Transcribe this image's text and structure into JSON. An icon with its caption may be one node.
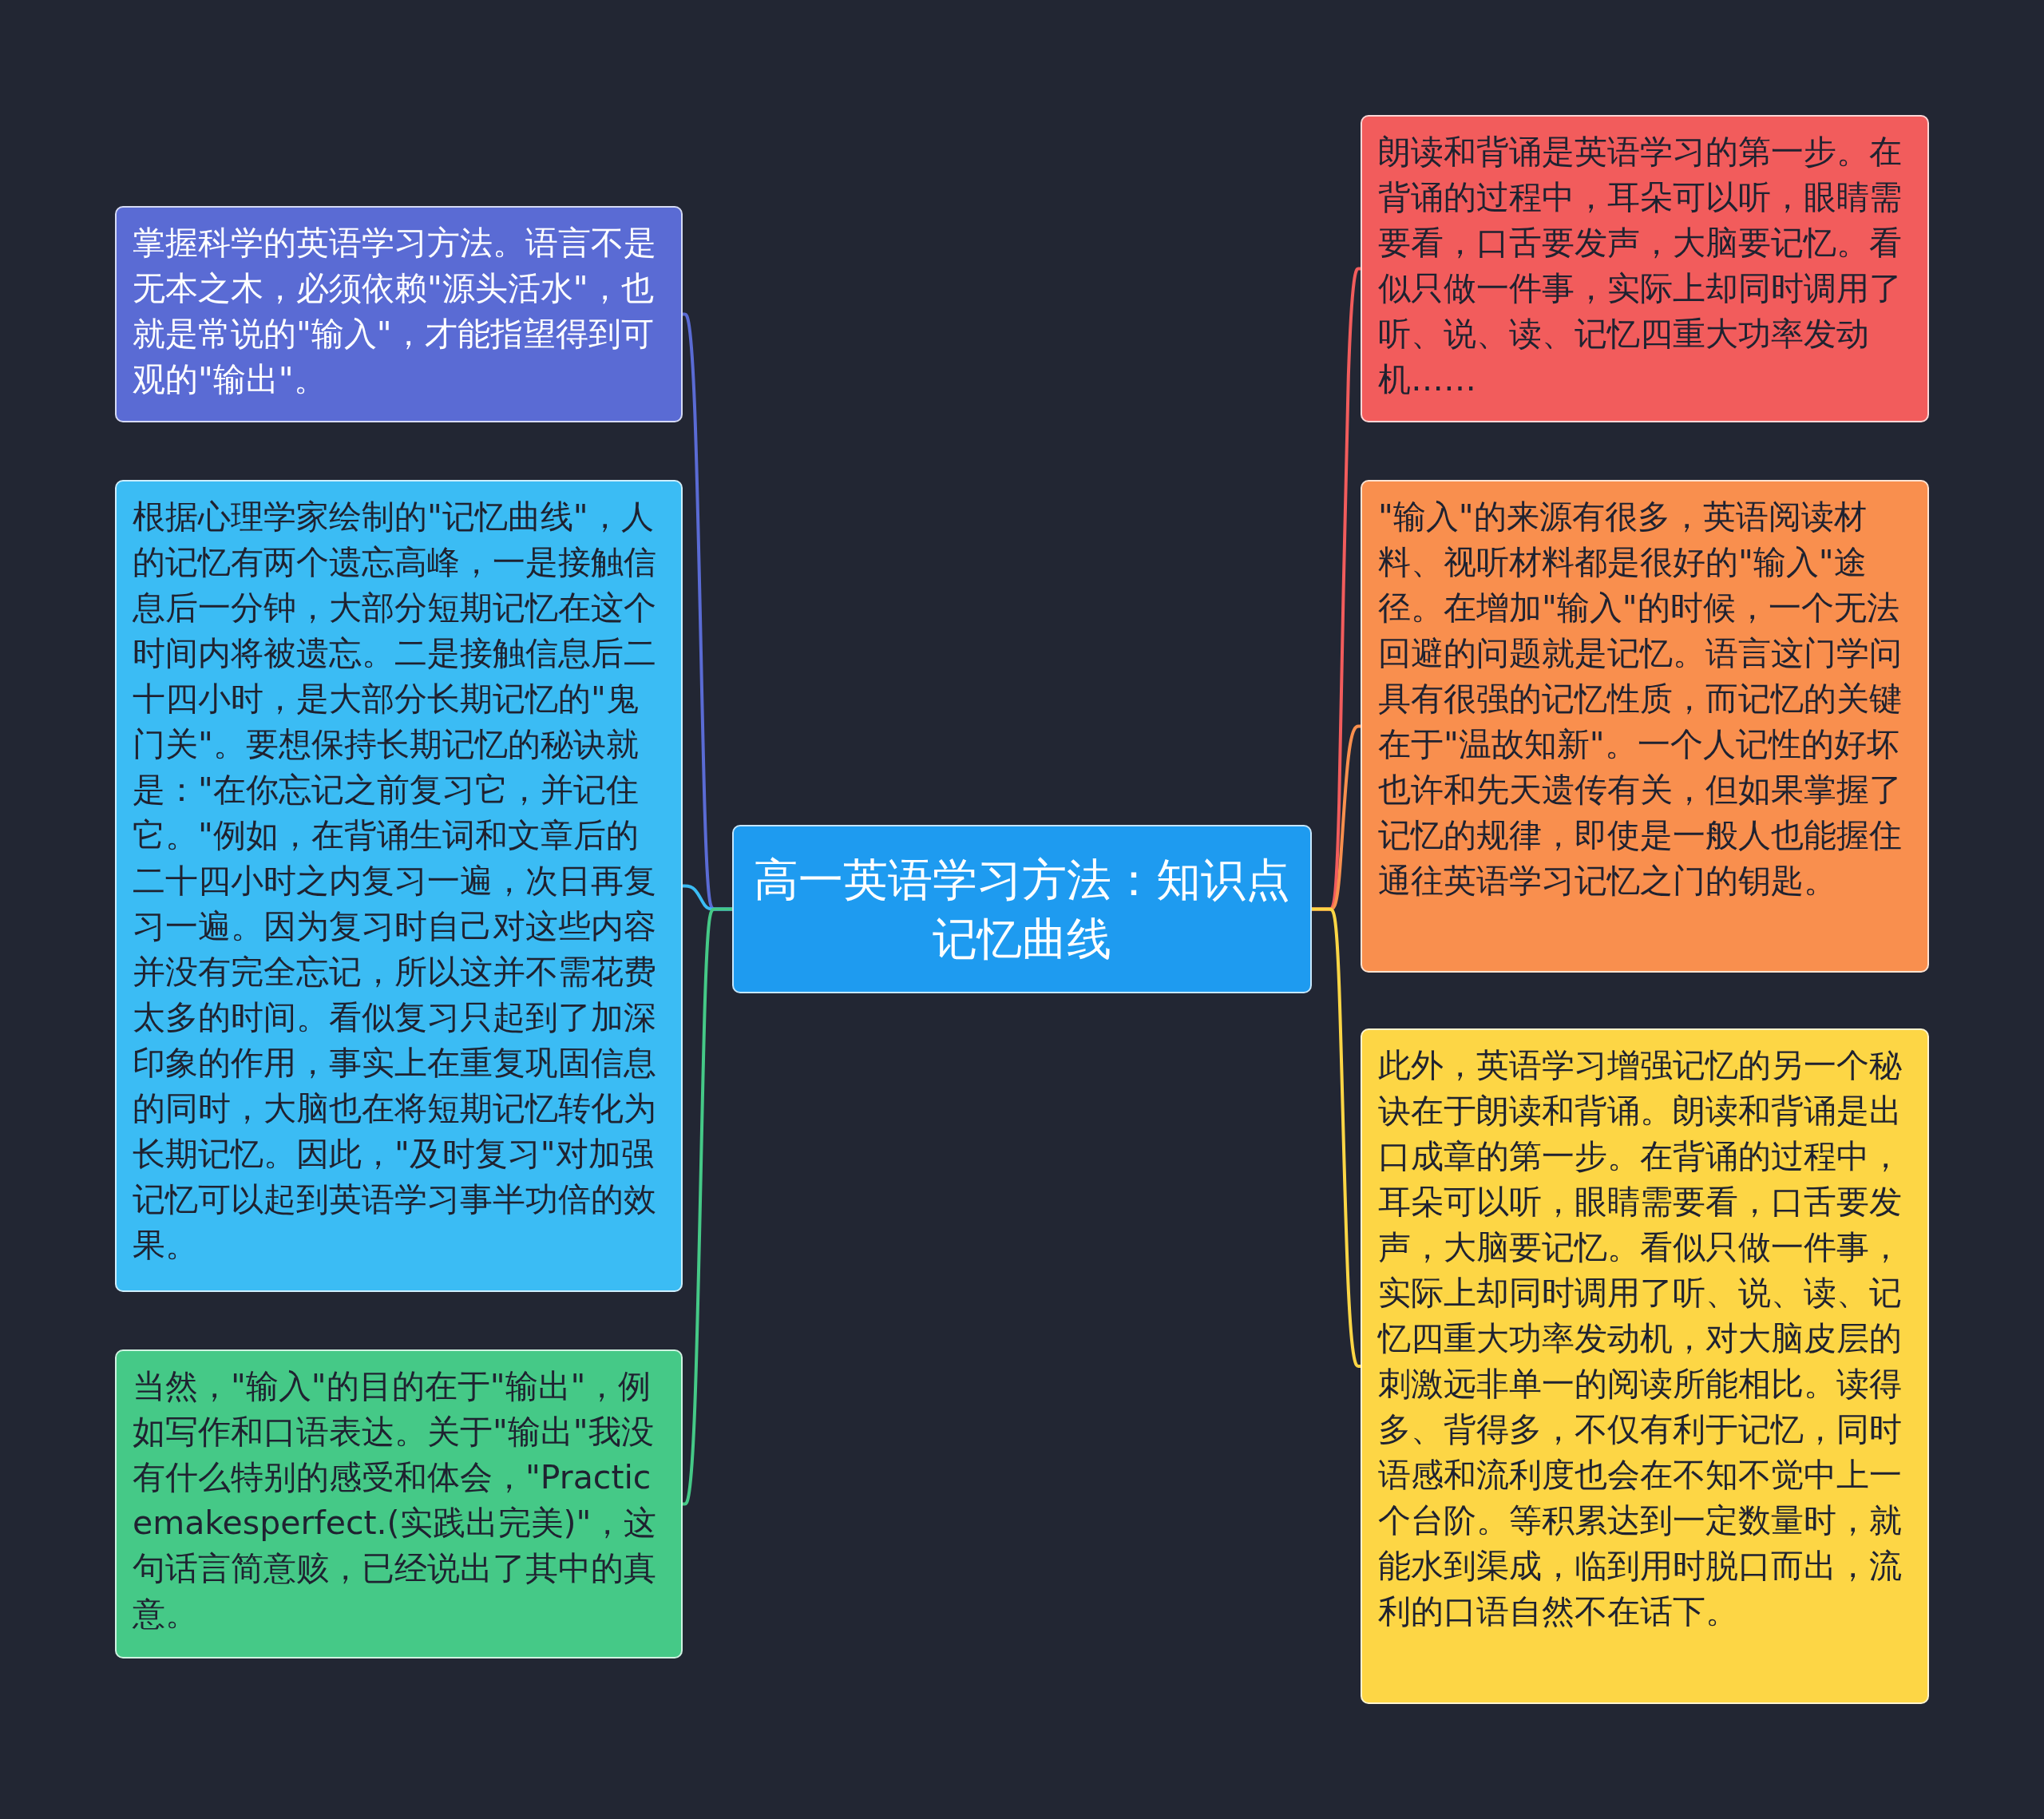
{
  "diagram": {
    "nodes": [
      {
        "text": [
          "高一英语学习方法：知识点记忆曲线"
        ]
      },
      {
        "text": [
          "掌握科学的英语学习方法。语言不是无本之木，必须依赖\"源头活水\"，也就是常说的\"输入\"，才能指望得到可观的\"输出\"。"
        ]
      },
      {
        "text": [
          "根据心理学家绘制的\"记忆曲线\"，人的记忆有两个遗忘高峰，一是接触信息后一分钟，大部分短期记忆在这个时间内将被遗忘。二是接触信息后二十四小时，是大部分长期记忆的\"鬼门关\"。要想保持长期记忆的秘诀就是：\"在你忘记之前复习它，并记住它。\"例如，在背诵生词和文章后的二十四小时之内复习一遍，次日再复习一遍。因为复习时自己对这些内容并没有完全忘记，所以这并不需花费太多的时间。看似复习只起到了加深印象的作用，事实上在重复巩固信息的同时，大脑也在将短期记忆转化为长期记忆。因此，\"及时复习\"对加强记忆可以起到英语学习事半功倍的效果。"
        ]
      },
      {
        "text": [
          "当然，\"输入\"的目的在于\"输出\"，例如写作和口语表达。关于\"输出\"我没有什么特别的感受和体会，\"Practicemakesperfect.(实践出完美)\"，这句话言简意赅，已经说出了其中的真意。"
        ]
      },
      {
        "text": [
          "朗读和背诵是英语学习的第一步。在背诵的过程中，耳朵可以听，眼睛需要看，口舌要发声，大脑要记忆。看似只做一件事，实际上却同时调用了听、说、读、记忆四重大功率发动机……"
        ]
      },
      {
        "text": [
          "\"输入\"的来源有很多，英语阅读材料、视听材料都是很好的\"输入\"途径。在增加\"输入\"的时候，一个无法回避的问题就是记忆。语言这门学问具有很强的记忆性质，而记忆的关键在于\"温故知新\"。一个人记性的好坏也许和先天遗传有关，但如果掌握了记忆的规律，即使是一般人也能握住通往英语学习记忆之门的钥匙。"
        ]
      },
      {
        "text": [
          "此外，英语学习增强记忆的另一个秘诀在于朗读和背诵。朗读和背诵是出口成章的第一步。在背诵的过程中，耳朵可以听，眼睛需要看，口舌要发声，大脑要记忆。看似只做一件事，实际上却同时调用了听、说、读、记忆四重大功率发动机，对大脑皮层的刺激远非单一的阅读所能相比。读得多、背得多，不仅有利于记忆，同时语感和流利度也会在不知不觉中上一个台阶。等积累达到一定数量时，就能水到渠成，临到用时脱口而出，流利的口语自然不在话下。"
        ]
      }
    ],
    "edges": [
      {
        "from": 0,
        "to": 1,
        "arrow": "none",
        "color": "#5a6bd4"
      },
      {
        "from": 0,
        "to": 2,
        "arrow": "none",
        "color": "#3bbcf4"
      },
      {
        "from": 0,
        "to": 3,
        "arrow": "none",
        "color": "#45c987"
      },
      {
        "from": 0,
        "to": 4,
        "arrow": "none",
        "color": "#f25c5c"
      },
      {
        "from": 0,
        "to": 5,
        "arrow": "none",
        "color": "#f98f4e"
      },
      {
        "from": 0,
        "to": 6,
        "arrow": "none",
        "color": "#fdd645"
      }
    ]
  }
}
